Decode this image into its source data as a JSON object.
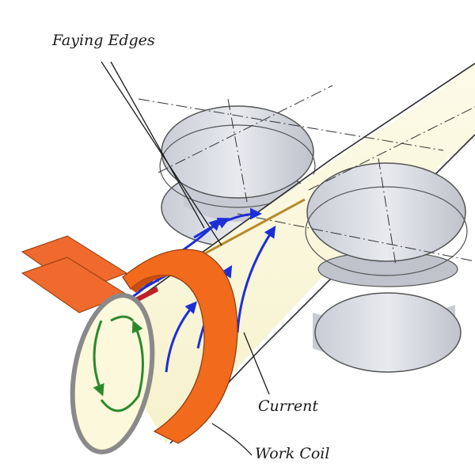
{
  "labels": {
    "faying_edges": "Faying Edges",
    "current": "Current",
    "work_coil": "Work Coil"
  },
  "colors": {
    "tube": "#fbf8dc",
    "tube_outline": "#2a2a2a",
    "roller": "#d9dce3",
    "roller_dark": "#b9bcc6",
    "coil": "#f26a1b",
    "coil_dark": "#c94e0e",
    "strip": "#ef6a2c",
    "current_blue": "#1c2fd6",
    "loop_green": "#2a8a2a",
    "tube_end_gray": "#8a8a8a",
    "seam": "#b88a2c"
  }
}
